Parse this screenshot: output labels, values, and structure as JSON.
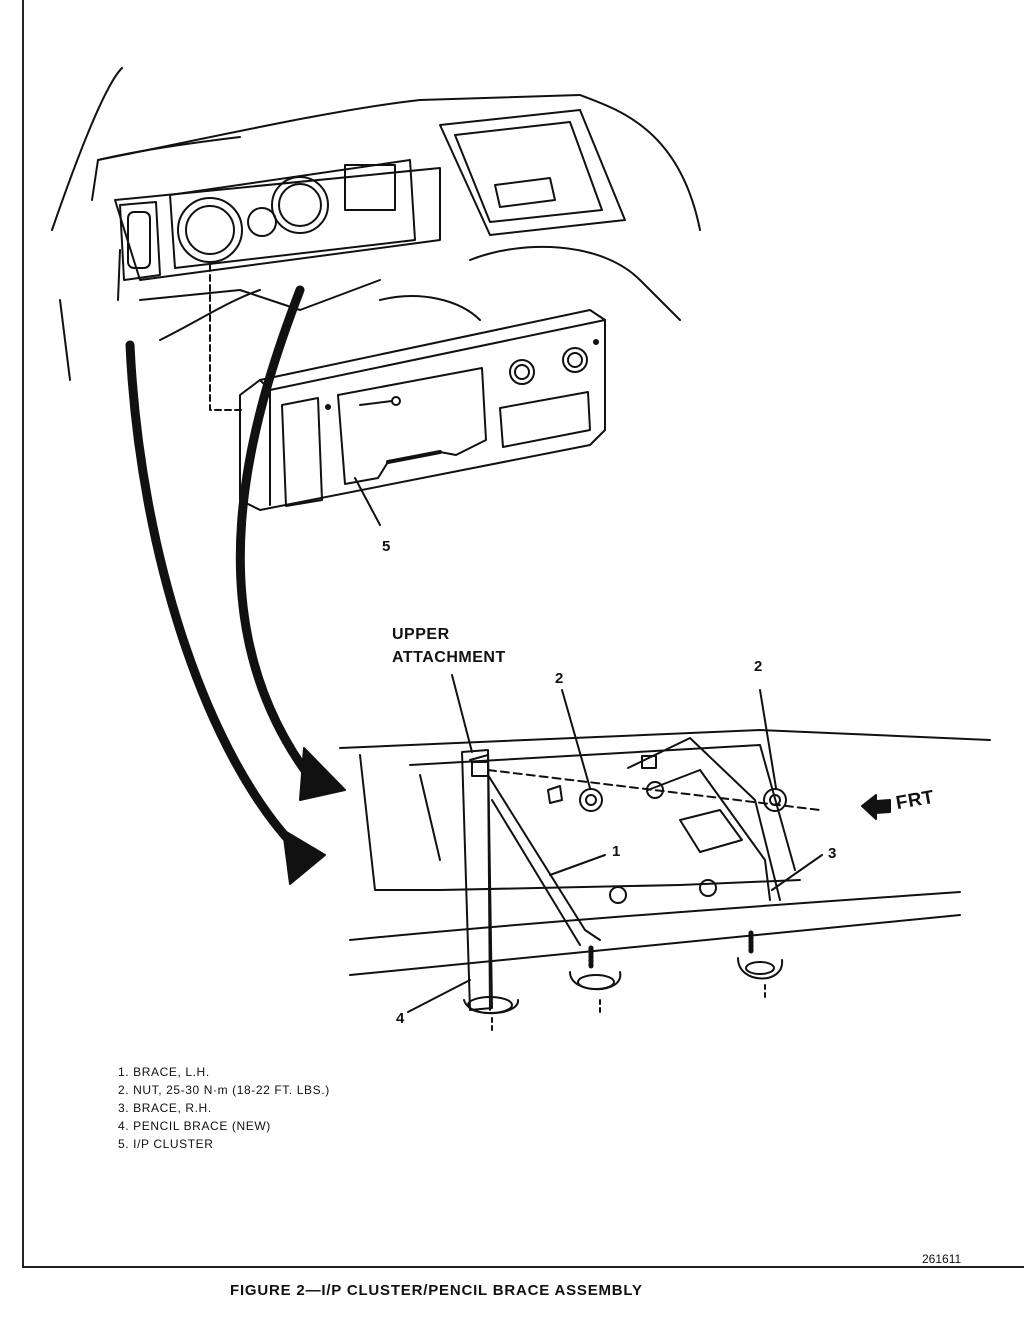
{
  "callouts": {
    "upper_attachment_line1": "UPPER",
    "upper_attachment_line2": "ATTACHMENT",
    "frt": "FRT",
    "n1": "1",
    "n2a": "2",
    "n2b": "2",
    "n3": "3",
    "n4": "4",
    "n5": "5"
  },
  "legend": [
    "1.  BRACE, L.H.",
    "2.  NUT, 25-30 N·m (18-22 FT. LBS.)",
    "3.  BRACE, R.H.",
    "4.  PENCIL BRACE (NEW)",
    "5.  I/P CLUSTER"
  ],
  "drawing_code": "261611",
  "caption": "FIGURE 2—I/P CLUSTER/PENCIL BRACE ASSEMBLY"
}
